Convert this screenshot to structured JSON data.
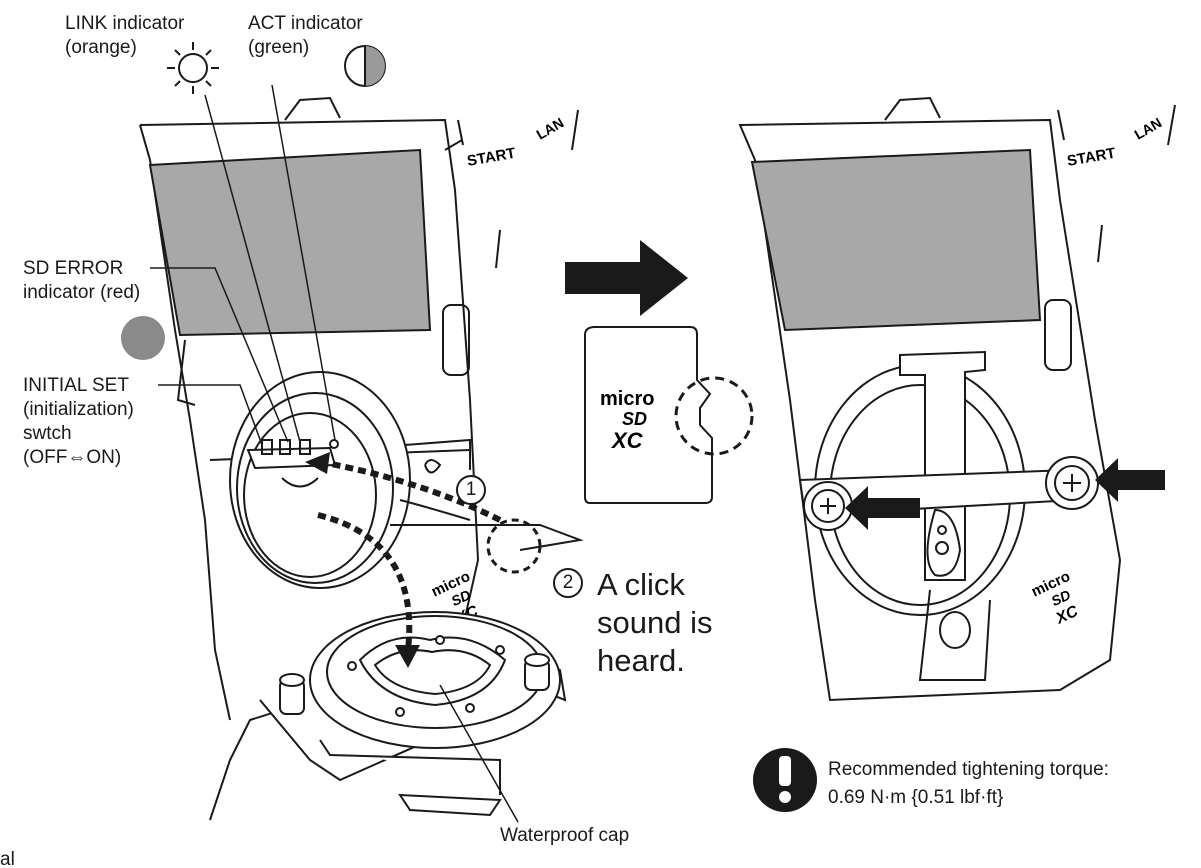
{
  "labels": {
    "link_indicator": [
      "LINK indicator",
      "(orange)"
    ],
    "act_indicator": [
      "ACT indicator",
      "(green)"
    ],
    "sd_error_indicator": [
      "SD ERROR",
      "indicator (red)"
    ],
    "initial_set_switch": [
      "INITIAL SET",
      "(initialization)",
      "swtch",
      "(OFF⇔ON)"
    ],
    "waterproof_cap": "Waterproof cap"
  },
  "steps": [
    {
      "number": "1"
    },
    {
      "number": "2",
      "text": [
        "A click",
        "sound is",
        "heard."
      ]
    }
  ],
  "micro_sd_logo": {
    "line1": "micro",
    "line2": "SD",
    "line3": "XC"
  },
  "panel_text": {
    "start": "START",
    "lan": "LAN"
  },
  "caution": {
    "icon": "exclamation-icon",
    "lines": [
      "Recommended tightening torque:",
      "0.69 N·m {0.51 lbf·ft}"
    ]
  },
  "footer": {
    "partial_text": "al"
  },
  "colors": {
    "ink": "#1a1a1a",
    "window_gray": "#a8a8a8",
    "sd_error_gray": "#8a8a8a",
    "act_half_fill": "#9a9a9a"
  }
}
